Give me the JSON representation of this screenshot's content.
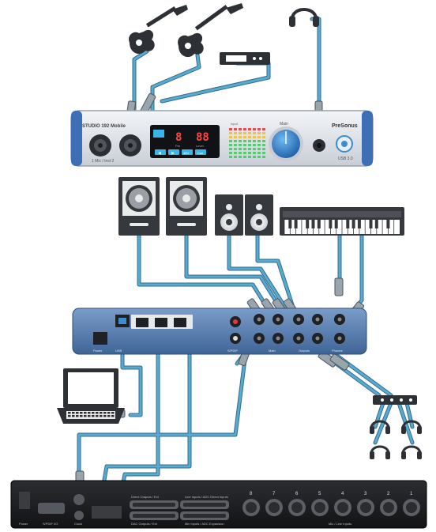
{
  "front_panel": {
    "model_label": "STUDIO 192 Mobile",
    "brand": "PreSonus",
    "usb_label": "USB 3.0",
    "input_label": "1   Mic / Inst   2",
    "display_left": "8",
    "display_right": "88",
    "display_sub_left": "Pre",
    "display_sub_right": "Level",
    "button_labels": [
      "◀",
      "▶",
      "48V",
      "Cue"
    ],
    "main_knob_label": "Main",
    "meter_label": "Input"
  },
  "rear_panel": {
    "labels": [
      "Power",
      "USB",
      "Main",
      "Outputs",
      "Phones",
      "S/PDIF"
    ]
  },
  "rack_unit": {
    "labels": [
      "Power",
      "S/PDIF I/O",
      "Clock",
      "Direct Outputs / Ext",
      "DAC Outputs / Ext",
      "Line Inputs / ADC Direct Inputs",
      "Mic Inputs / ADC Expansion",
      "Mic / Line Inputs"
    ],
    "channel_numbers": [
      "8",
      "7",
      "6",
      "5",
      "4",
      "3",
      "2",
      "1"
    ]
  },
  "colors": {
    "cable": "#5aa9cf",
    "cable_dark": "#3b86ad",
    "device_dark": "#3c3f45",
    "rear_blue": "#5c82b4",
    "rack_black": "#1d1e21",
    "display_blue": "#38b7e6"
  },
  "icons": [
    "guitar-icon",
    "headphones-icon",
    "speaker-icon",
    "keyboard-icon",
    "laptop-icon",
    "headphone-amp-icon",
    "effects-box-icon"
  ]
}
